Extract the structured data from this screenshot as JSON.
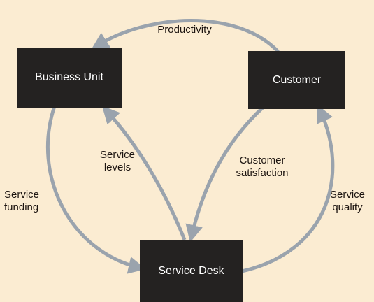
{
  "nodes": {
    "business_unit": "Business Unit",
    "customer": "Customer",
    "service_desk": "Service Desk"
  },
  "edges": {
    "productivity": "Productivity",
    "service_levels": "Service\nlevels",
    "service_funding": "Service\nfunding",
    "customer_satisfaction": "Customer\nsatisfaction",
    "service_quality": "Service\nquality"
  },
  "colors": {
    "background": "#fbecd2",
    "box": "#242221",
    "arrow": "#9aa3ad"
  }
}
